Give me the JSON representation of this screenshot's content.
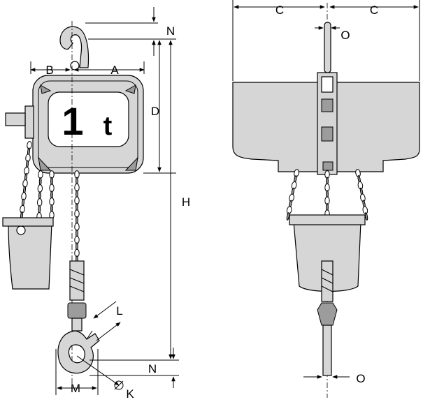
{
  "badge": {
    "number": "1",
    "unit": "t"
  },
  "dimensions": {
    "A": "A",
    "B": "B",
    "C_left": "C",
    "C_right": "C",
    "D": "D",
    "H": "H",
    "K": "K",
    "L": "L",
    "M": "M",
    "N_top": "N",
    "N_bottom": "N",
    "O_top": "O",
    "O_bottom": "O"
  },
  "colors": {
    "body": "#d6d6d6",
    "shade": "#9c9c9c",
    "ink": "#000000"
  }
}
